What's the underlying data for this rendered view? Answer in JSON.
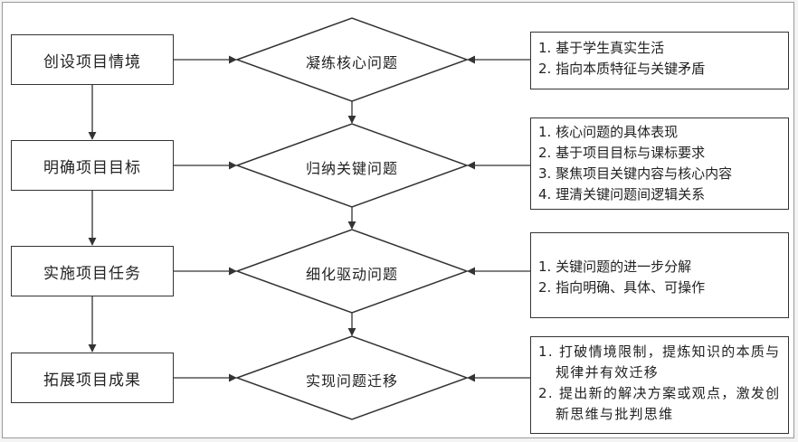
{
  "stages": [
    {
      "label": "创设项目情境"
    },
    {
      "label": "明确项目目标"
    },
    {
      "label": "实施项目任务"
    },
    {
      "label": "拓展项目成果"
    }
  ],
  "questions": [
    {
      "label": "凝练核心问题"
    },
    {
      "label": "归纳关键问题"
    },
    {
      "label": "细化驱动问题"
    },
    {
      "label": "实现问题迁移"
    }
  ],
  "notes": [
    {
      "lines": [
        "1. 基于学生真实生活",
        "2. 指向本质特征与关键矛盾"
      ]
    },
    {
      "lines": [
        "1. 核心问题的具体表现",
        "2. 基于项目目标与课标要求",
        "3. 聚焦项目关键内容与核心内容",
        "4. 理清关键问题间逻辑关系"
      ]
    },
    {
      "lines": [
        "1. 关键问题的进一步分解",
        "2. 指向明确、具体、可操作"
      ]
    },
    {
      "lines": [
        "1. 打破情境限制，提炼知识的本质与规律并有效迁移",
        "2. 提出新的解决方案或观点，激发创新思维与批判思维"
      ]
    }
  ]
}
